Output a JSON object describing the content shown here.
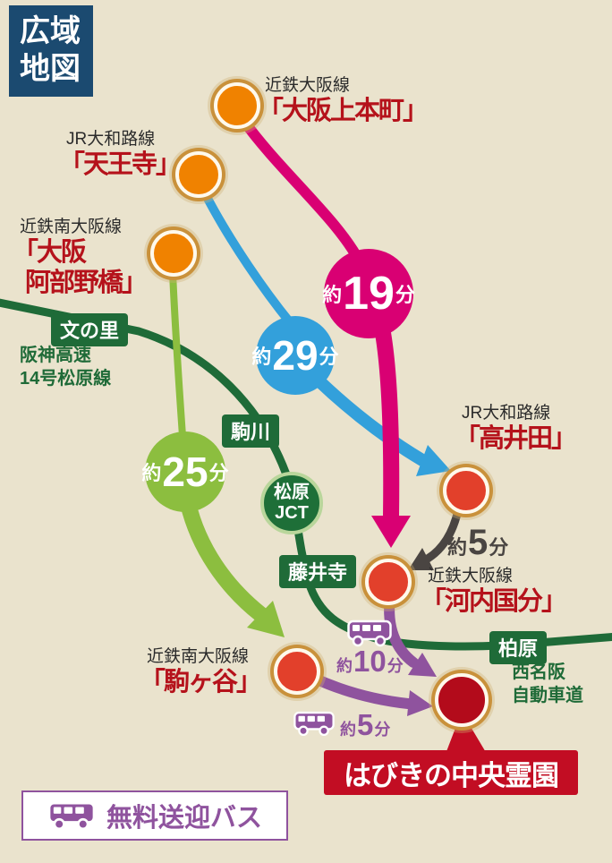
{
  "header": {
    "lines": [
      "広域",
      "地図"
    ]
  },
  "stations": {
    "osaka_uehommachi": {
      "line": "近鉄大阪線",
      "name": "「大阪上本町」"
    },
    "tennoji": {
      "line": "JR大和路線",
      "name": "「天王寺」"
    },
    "osaka_abenobashi": {
      "line": "近鉄南大阪線",
      "name_line1": "「大阪",
      "name_line2": "阿部野橋」"
    },
    "takaida": {
      "line": "JR大和路線",
      "name": "「高井田」"
    },
    "kawachi_kokubu": {
      "line": "近鉄大阪線",
      "name": "「河内国分」"
    },
    "komagatani": {
      "line": "近鉄南大阪線",
      "name": "「駒ヶ谷」"
    }
  },
  "roads": {
    "hanshin": {
      "name_line1": "阪神高速",
      "name_line2": "14号松原線"
    },
    "meihan": {
      "name_line1": "西名阪",
      "name_line2": "自動車道"
    },
    "exits": {
      "fuminosato": "文の里",
      "komagawa": "駒川",
      "fujiidera": "藤井寺",
      "kashiwara": "柏原"
    },
    "junction": {
      "line1": "松原",
      "line2": "JCT"
    }
  },
  "travel_times": {
    "train_19": {
      "prefix": "約",
      "value": "19",
      "suffix": "分"
    },
    "train_29": {
      "prefix": "約",
      "value": "29",
      "suffix": "分"
    },
    "train_25": {
      "prefix": "約",
      "value": "25",
      "suffix": "分"
    },
    "transfer_5": {
      "prefix": "約",
      "value": "5",
      "suffix": "分"
    },
    "bus_10": {
      "prefix": "約",
      "value": "10",
      "suffix": "分"
    },
    "bus_5": {
      "prefix": "約",
      "value": "5",
      "suffix": "分"
    }
  },
  "destination": {
    "name": "はびきの中央霊園"
  },
  "legend": {
    "label": "無料送迎バス"
  },
  "colors": {
    "background": "#EAE3CD",
    "header_navy": "#1B4A70",
    "route_train_19": "#D90073",
    "route_train_29": "#33A0DB",
    "route_train_25": "#8CBE3F",
    "route_transfer": "#4A4542",
    "route_bus": "#8F539E",
    "expressway_green": "#1F6B38",
    "station_orange": "#F08200",
    "station_red": "#E2402B",
    "destination_red": "#B30B1B",
    "destination_box_red": "#C20D23",
    "station_name_red": "#B5121B"
  }
}
